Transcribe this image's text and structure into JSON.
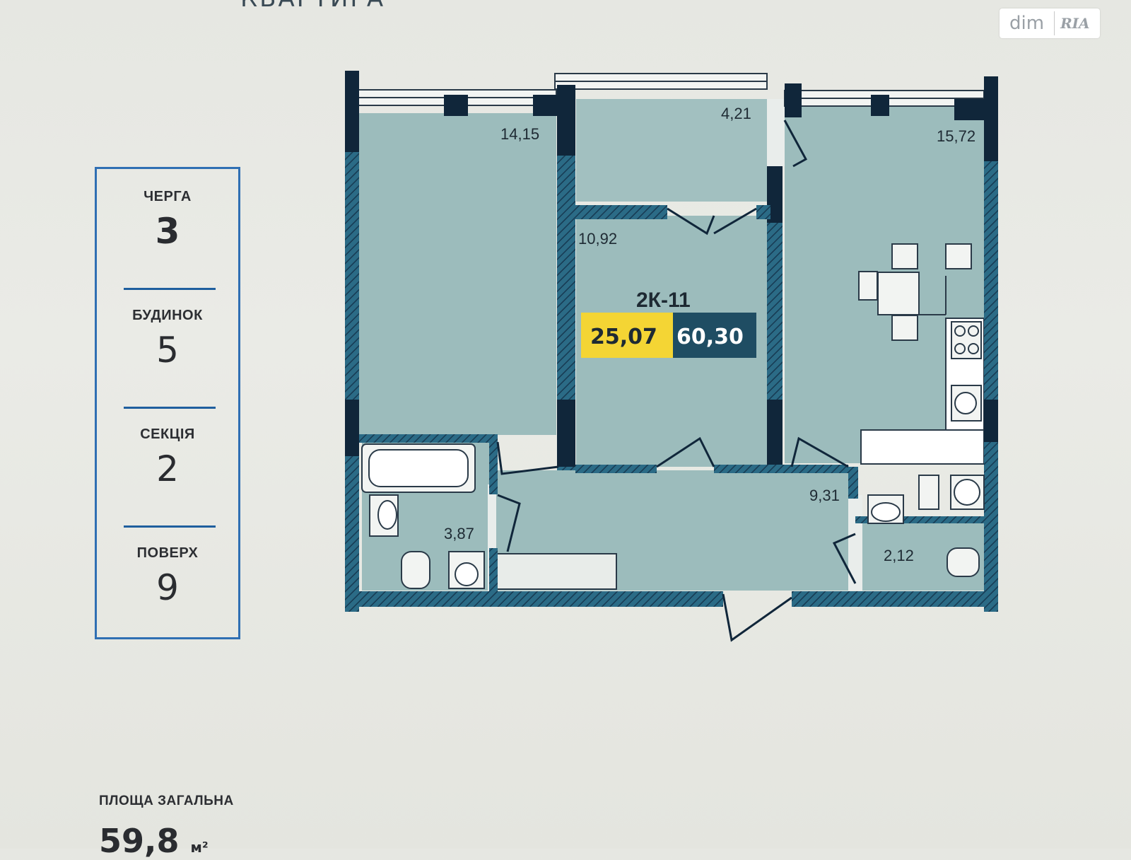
{
  "header": {
    "title": "КВАРТИРА"
  },
  "watermark": {
    "left": "dim",
    "right": "RIA"
  },
  "info": {
    "items": [
      {
        "label": "ЧЕРГА",
        "value": "3"
      },
      {
        "label": "БУДИНОК",
        "value": "5"
      },
      {
        "label": "СЕКЦІЯ",
        "value": "2"
      },
      {
        "label": "ПОВЕРХ",
        "value": "9"
      }
    ]
  },
  "area": {
    "label": "ПЛОЩА ЗАГАЛЬНА",
    "value": "59,8",
    "unit": "м²"
  },
  "plan": {
    "apartment_code": "2К-11",
    "living_area": "25,07",
    "total_area": "60,30",
    "rooms": {
      "bedroom_left": "14,15",
      "balcony": "4,21",
      "kitchen_living": "15,72",
      "bedroom_center": "10,92",
      "hallway": "9,31",
      "bathroom": "3,87",
      "wc": "2,12"
    },
    "colors": {
      "room_fill": "#9cbcbc",
      "wall": "#1e3f58",
      "badge_living": "#f4d534",
      "badge_total": "#1f4d63"
    }
  }
}
